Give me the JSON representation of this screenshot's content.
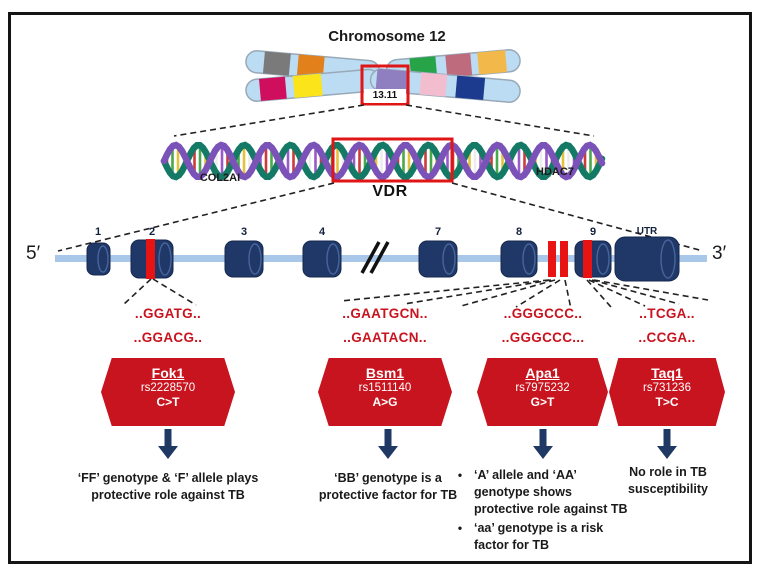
{
  "ui": {
    "bullet": "•"
  },
  "colors": {
    "hexagon_red": "#c8141e",
    "sequence_red": "#c8141e",
    "snp_stripe_red": "#e81414",
    "exon_navy": "#1f3868",
    "gene_line_blue": "#a9c7e8",
    "arrow_navy": "#1f3864",
    "highlight_box_red": "#e01515"
  },
  "chromosome": {
    "title": "Chromosome 12",
    "band_label": "13.11"
  },
  "helix": {
    "left_gene": "COL2AI",
    "highlight_gene": "VDR",
    "right_gene": "HDAC7"
  },
  "gene_map": {
    "five_prime": "5′",
    "three_prime": "3′",
    "exons": [
      "1",
      "2",
      "3",
      "4",
      "7",
      "8",
      "9",
      "UTR"
    ]
  },
  "snps": [
    {
      "name": "Fok1",
      "rsid": "rs2228570",
      "change": "C>T",
      "seq_line1": "..GGATG..",
      "seq_line2": "..GGACG..",
      "effect": [
        "‘FF’ genotype & ‘F’ allele plays",
        "protective role against TB"
      ]
    },
    {
      "name": "Bsm1",
      "rsid": "rs1511140",
      "change": "A>G",
      "seq_line1": "..GAATGCN..",
      "seq_line2": "..GAATACN..",
      "effect": [
        "‘BB’ genotype is a",
        "protective factor for TB"
      ]
    },
    {
      "name": "Apa1",
      "rsid": "rs7975232",
      "change": "G>T",
      "seq_line1": "..GGGCCC..",
      "seq_line2": "..GGGCCC...",
      "bullets": [
        "‘A’ allele and ‘AA’ genotype shows protective role against TB",
        "‘aa’ genotype is a risk factor for TB"
      ]
    },
    {
      "name": "Taq1",
      "rsid": "rs731236",
      "change": "T>C",
      "seq_line1": "..TCGA..",
      "seq_line2": "..CCGA..",
      "effect": [
        "No role in TB",
        "susceptibility"
      ]
    }
  ]
}
